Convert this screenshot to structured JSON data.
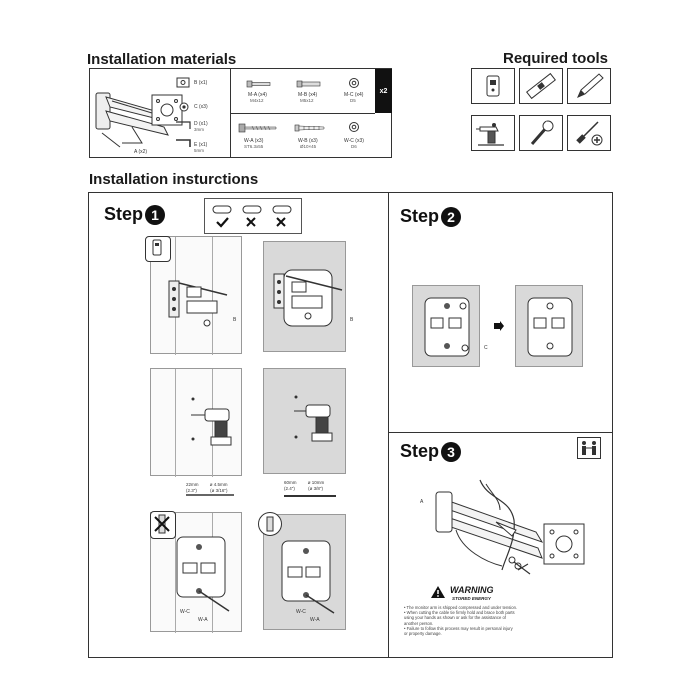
{
  "materials": {
    "title": "Installation materials",
    "items_left": [
      {
        "id": "B",
        "label": "B (x1)"
      },
      {
        "id": "C",
        "label": "C (x3)"
      },
      {
        "id": "D",
        "label": "D (x1)",
        "size": "3mm"
      },
      {
        "id": "E",
        "label": "E (x1)",
        "size": "5mm"
      },
      {
        "id": "A",
        "label": "A (x2)"
      }
    ],
    "items_right": [
      {
        "label": "M-A (x4)",
        "size": "M4x12"
      },
      {
        "label": "M-B (x4)",
        "size": "M5x12"
      },
      {
        "label": "M-C (x4)",
        "size": "D5"
      },
      {
        "label": "W-A (x3)",
        "size": "ST6.3x55"
      },
      {
        "label": "W-B (x3)",
        "size": "Ø10×45"
      },
      {
        "label": "W-C (x3)",
        "size": "D6"
      }
    ],
    "multiplier": "x2"
  },
  "tools": {
    "title": "Required tools",
    "icons": [
      "stud-finder-icon",
      "level-icon",
      "pencil-icon",
      "drill-icon",
      "wrench-icon",
      "screwdriver-icon"
    ]
  },
  "instructions": {
    "title": "Installation insturctions",
    "step1": {
      "label": "Step",
      "num": "1",
      "dims_left": [
        "22mm",
        "(2.3\")",
        "ø 4.5mm",
        "(ø 3/16\")"
      ],
      "dims_right": [
        "60mm",
        "(2.4\")",
        "ø 10mm",
        "(ø 3/8\")"
      ],
      "callouts": [
        "B",
        "B",
        "W-C",
        "W-A",
        "W-C",
        "W-A"
      ]
    },
    "step2": {
      "label": "Step",
      "num": "2",
      "callout": "C"
    },
    "step3": {
      "label": "Step",
      "num": "3",
      "callout": "A",
      "warning_title": "WARNING",
      "warning_sub": "STORED ENERGY",
      "warning_lines": [
        "• The monitor arm is shipped compressed and under tension.",
        "• When cutting the cable tie firmly hold and brace both parts",
        "  using your hands as shown or ask for the assistance of",
        "  another person.",
        "• Failure to follow this process may result in personal injury",
        "  or property damage."
      ]
    }
  }
}
